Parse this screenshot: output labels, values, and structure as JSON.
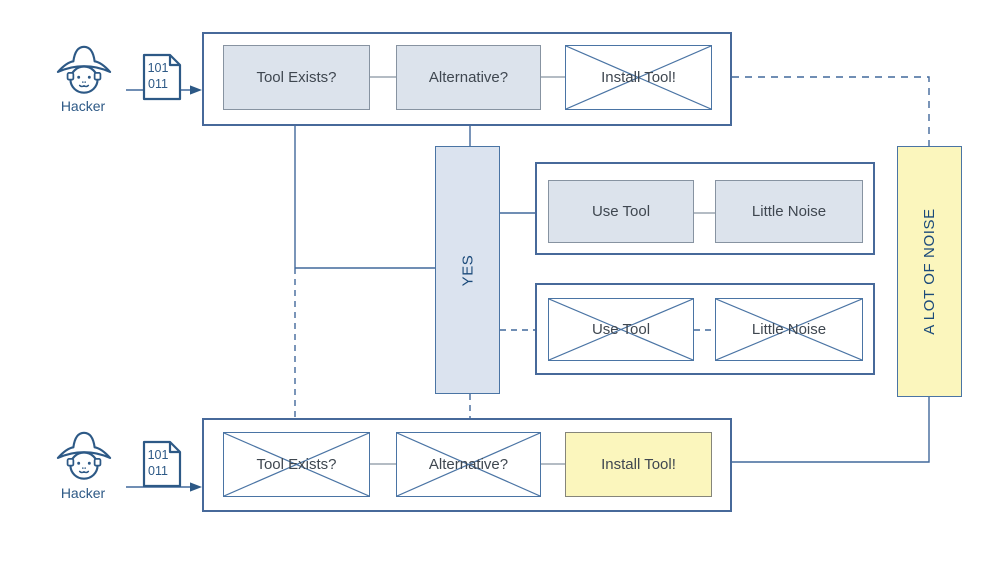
{
  "colors": {
    "line_blue": "#41689b",
    "container_border": "#47699a",
    "box_fill": "#dce3ec",
    "box_border_gray": "#8793a1",
    "yellow_fill": "#fbf6bd",
    "label_text": "#3f4750",
    "accent_blue_text": "#2d5986",
    "vertical_label_text": "#1b4a7a"
  },
  "actors": {
    "top": {
      "name": "Hacker",
      "file_line1": "101",
      "file_line2": "011"
    },
    "bottom": {
      "name": "Hacker",
      "file_line1": "101",
      "file_line2": "011"
    }
  },
  "top_row": {
    "tool_exists": "Tool Exists?",
    "alternative": "Alternative?",
    "install_tool": "Install Tool!"
  },
  "bottom_row": {
    "tool_exists": "Tool Exists?",
    "alternative": "Alternative?",
    "install_tool": "Install Tool!"
  },
  "middle": {
    "yes": "YES"
  },
  "right": {
    "active_row": {
      "use_tool": "Use Tool",
      "little_noise": "Little Noise"
    },
    "crossed_row": {
      "use_tool": "Use Tool",
      "little_noise": "Little Noise"
    },
    "noise": "A LOT OF NOISE"
  }
}
